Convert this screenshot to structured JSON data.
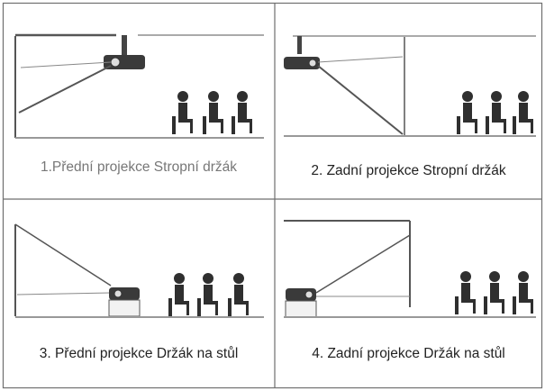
{
  "panels": [
    {
      "caption": "1.Přední projekce Stropní držák"
    },
    {
      "caption": "2. Zadní projekce Stropní držák"
    },
    {
      "caption": "3. Přední projekce Držák na stůl"
    },
    {
      "caption": "4. Zadní projekce Držák na stůl"
    }
  ],
  "colors": {
    "border": "#6f6f6f",
    "line": "#555555",
    "figure": "#2f2f2f",
    "caption_text": "#222222",
    "caption_muted": "#777777"
  },
  "icons": [
    "projector-icon",
    "screen-icon",
    "viewer-icon"
  ]
}
